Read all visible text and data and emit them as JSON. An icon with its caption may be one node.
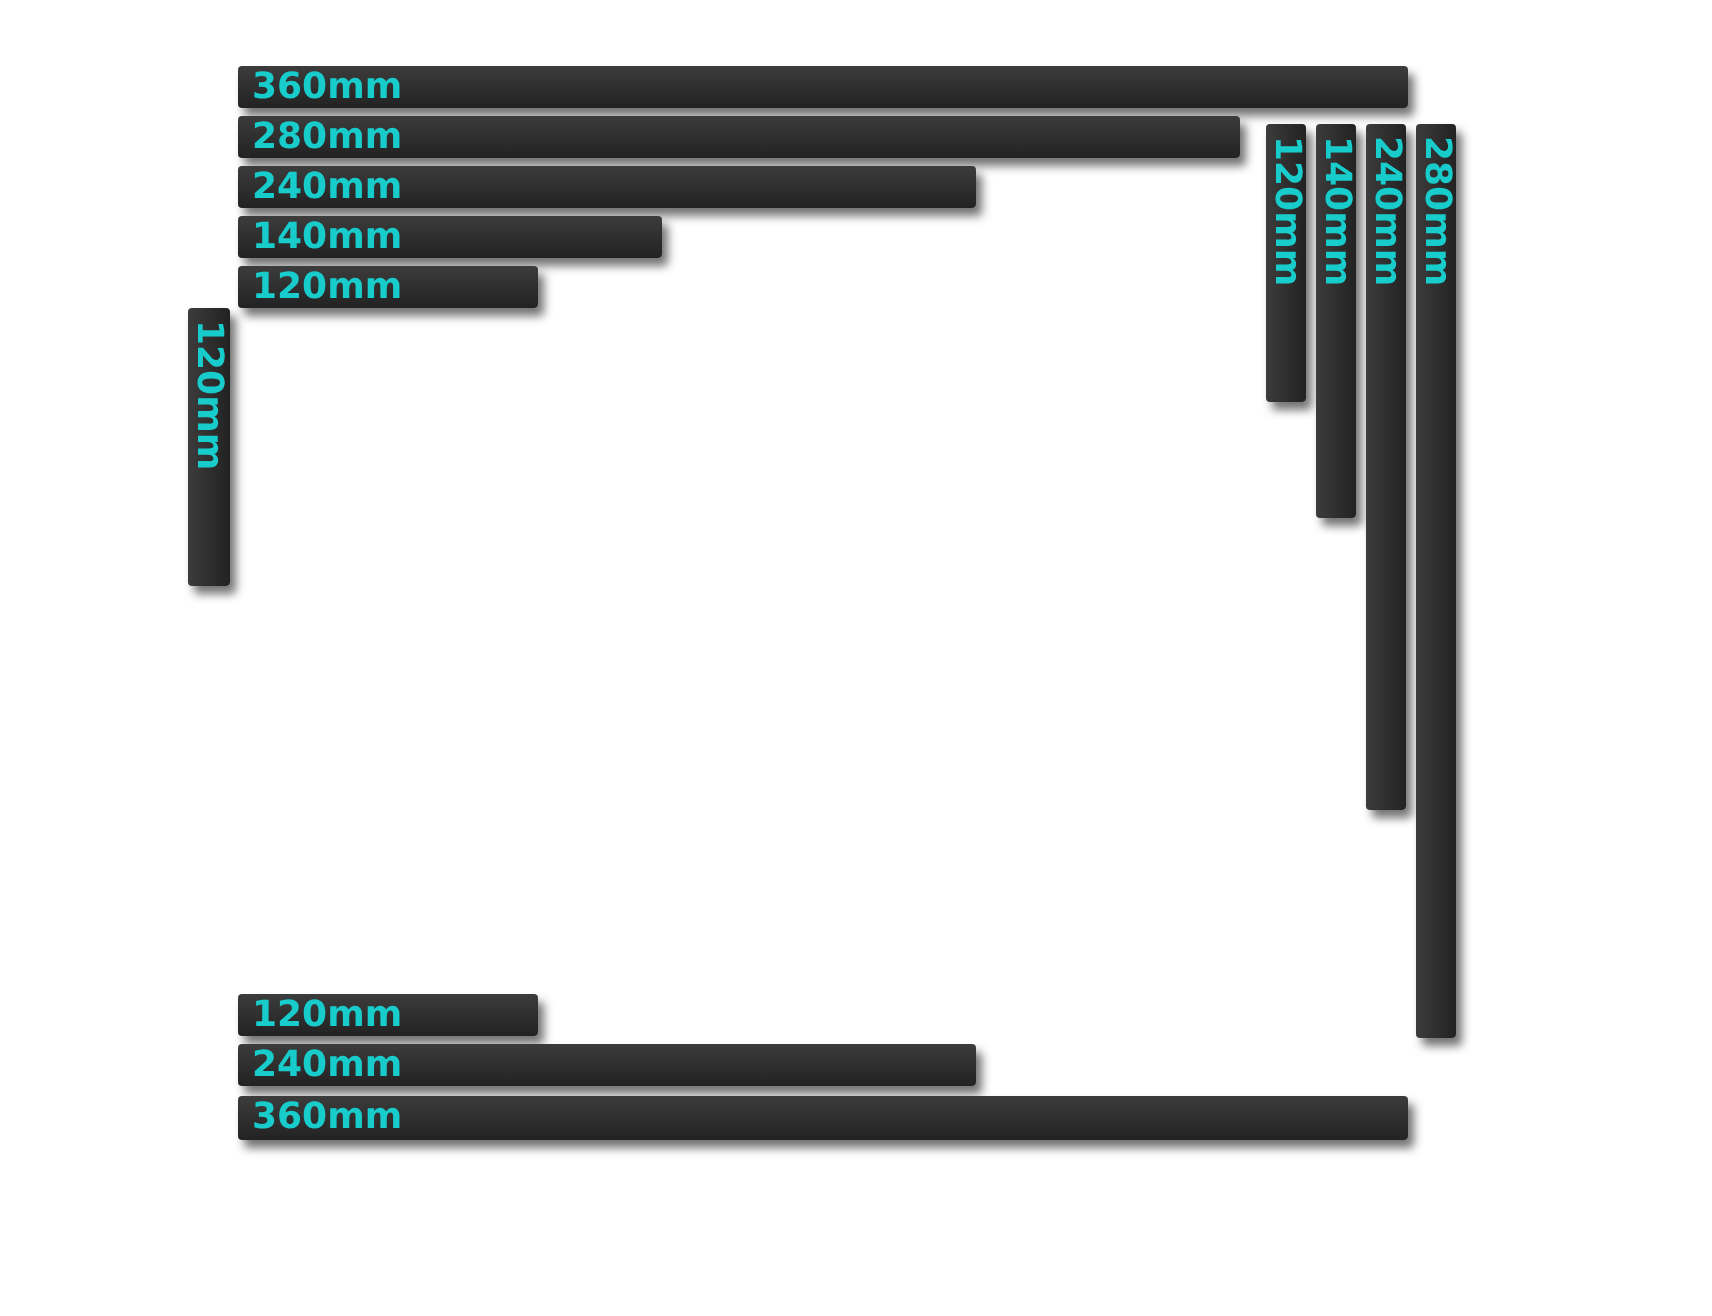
{
  "diagram": {
    "nodes": [
      {
        "text": [
          "360mm"
        ]
      },
      {
        "text": [
          "280mm"
        ]
      },
      {
        "text": [
          "240mm"
        ]
      },
      {
        "text": [
          "140mm"
        ]
      },
      {
        "text": [
          "120mm"
        ]
      },
      {
        "text": [
          "120mm"
        ]
      },
      {
        "text": [
          "140mm"
        ]
      },
      {
        "text": [
          "240mm"
        ]
      },
      {
        "text": [
          "280mm"
        ]
      },
      {
        "text": [
          "120mm"
        ]
      },
      {
        "text": [
          "120mm"
        ]
      },
      {
        "text": [
          "240mm"
        ]
      },
      {
        "text": [
          "360mm"
        ]
      }
    ]
  }
}
